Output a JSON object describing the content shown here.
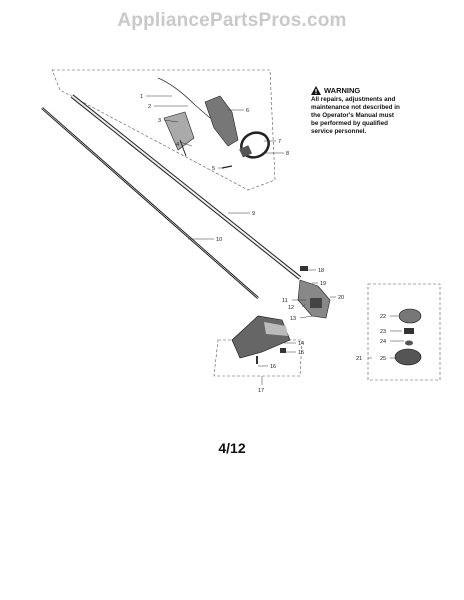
{
  "watermark": "AppliancePartsPros.com",
  "warning": {
    "title": "WARNING",
    "text": "All repairs, adjustments and maintenance not described in the Operator's Manual must be performed by qualified service personnel."
  },
  "page_number": "4/12",
  "callouts": [
    "1",
    "2",
    "3",
    "4",
    "5",
    "6",
    "7",
    "8",
    "9",
    "10",
    "11",
    "12",
    "13",
    "14",
    "15",
    "16",
    "17",
    "18",
    "19",
    "20",
    "21",
    "22",
    "23",
    "24",
    "25"
  ]
}
